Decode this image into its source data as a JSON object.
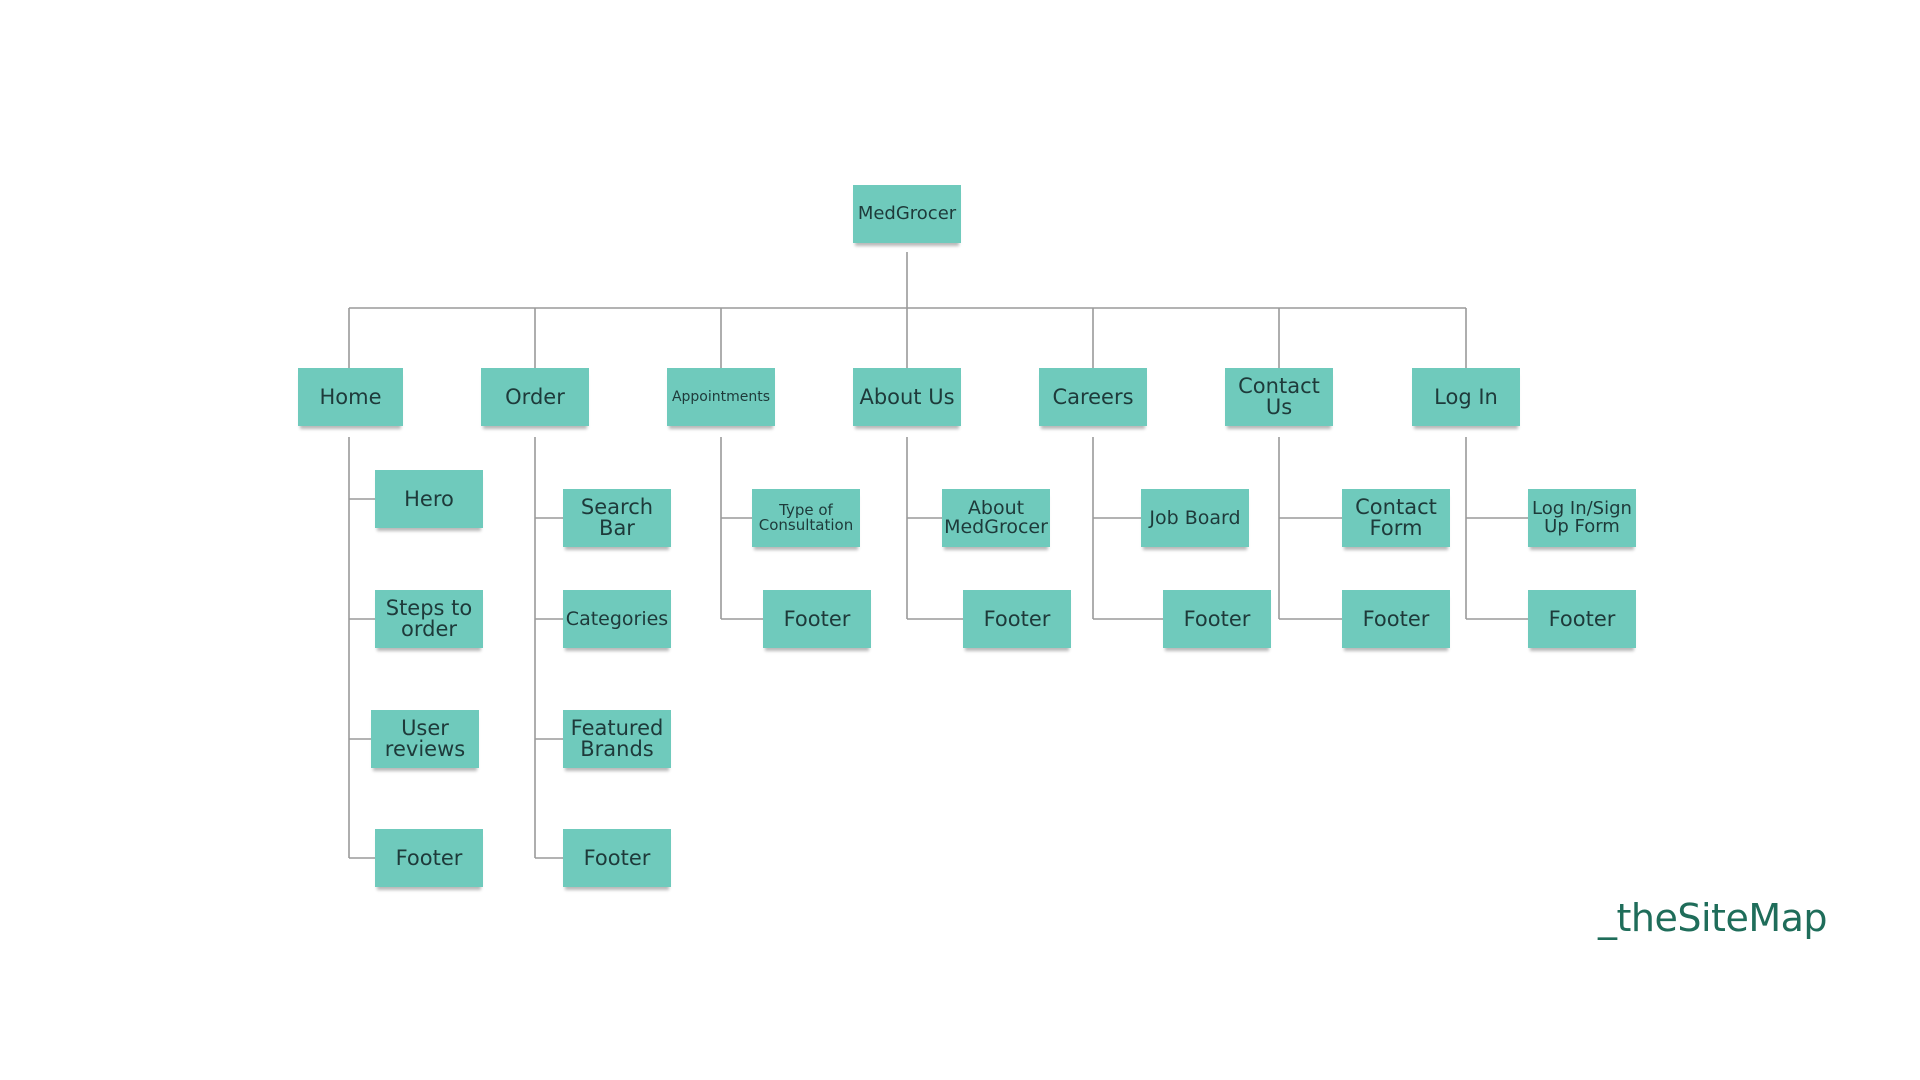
{
  "colors": {
    "note": "#6fcabc",
    "connector": "#9a9a9a",
    "brand": "#1f6d5a"
  },
  "root": {
    "label": "MedGrocer"
  },
  "sections": [
    {
      "label": "Home",
      "children": [
        "Hero",
        "Steps to order",
        "User reviews",
        "Footer"
      ]
    },
    {
      "label": "Order",
      "children": [
        "Search Bar",
        "Categories",
        "Featured Brands",
        "Footer"
      ]
    },
    {
      "label": "Appointments",
      "children": [
        "Type of Consultation",
        "Footer"
      ]
    },
    {
      "label": "About Us",
      "children": [
        "About MedGrocer",
        "Footer"
      ]
    },
    {
      "label": "Careers",
      "children": [
        "Job Board",
        "Footer"
      ]
    },
    {
      "label": "Contact Us",
      "children": [
        "Contact Form",
        "Footer"
      ]
    },
    {
      "label": "Log In",
      "children": [
        "Log In/Sign Up Form",
        "Footer"
      ]
    }
  ],
  "brand": {
    "text": "_theSiteMap"
  }
}
